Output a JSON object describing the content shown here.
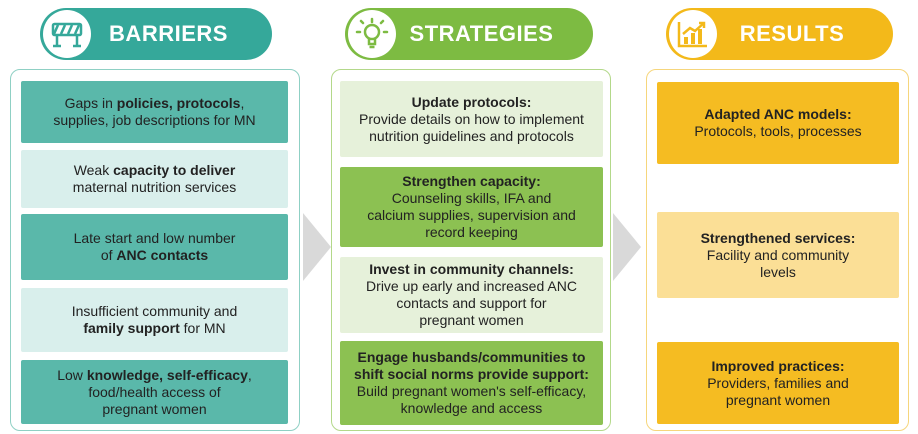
{
  "colors": {
    "barriers_accent": "#35a89a",
    "barriers_panel_border": "#8fd0c4",
    "barriers_dark_box": "#5ab8aa",
    "barriers_light_box": "#d9efec",
    "strategies_accent": "#7dbb42",
    "strategies_panel_border": "#b3d88a",
    "strategies_dark_box": "#8cc152",
    "strategies_light_box": "#e6f1da",
    "results_accent": "#f3b91a",
    "results_panel_border": "#f6d67c",
    "results_dark_box": "#f5bc22",
    "results_light_box": "#fbdf96",
    "arrow": "#d9d9d9"
  },
  "barriers": {
    "title": "BARRIERS",
    "icon": "road-barrier-icon",
    "items": [
      {
        "pre": "Gaps in ",
        "bold": "policies, protocols",
        "post": ",\nsupplies, job descriptions for MN"
      },
      {
        "pre": "Weak ",
        "bold": "capacity to deliver",
        "post": "\nmaternal nutrition services"
      },
      {
        "pre": "Late start and low number\nof ",
        "bold": "ANC contacts",
        "post": ""
      },
      {
        "pre": "Insufficient community and\n",
        "bold": "family support",
        "post": " for MN"
      },
      {
        "pre": "Low ",
        "bold": "knowledge, self-efficacy",
        "post": ",\nfood/health access of\npregnant women"
      }
    ]
  },
  "strategies": {
    "title": "STRATEGIES",
    "icon": "lightbulb-icon",
    "items": [
      {
        "heading": "Update protocols:",
        "text": "Provide details on how to implement\nnutrition guidelines and protocols"
      },
      {
        "heading": "Strengthen capacity:",
        "text": "Counseling skills, IFA and\ncalcium supplies, supervision and\nrecord keeping"
      },
      {
        "heading": "Invest in community channels:",
        "text": "Drive up early and increased ANC\ncontacts and support for\npregnant women"
      },
      {
        "heading": "Engage husbands/communities to\nshift social norms provide support:",
        "text": "Build pregnant women's self-efficacy,\nknowledge and access"
      }
    ]
  },
  "results": {
    "title": "RESULTS",
    "icon": "rising-chart-icon",
    "items": [
      {
        "heading": "Adapted ANC models:",
        "text": "Protocols, tools, processes"
      },
      {
        "heading": "Strengthened services:",
        "text": "Facility and community\nlevels"
      },
      {
        "heading": "Improved practices:",
        "text": "Providers, families and\npregnant women"
      }
    ]
  }
}
